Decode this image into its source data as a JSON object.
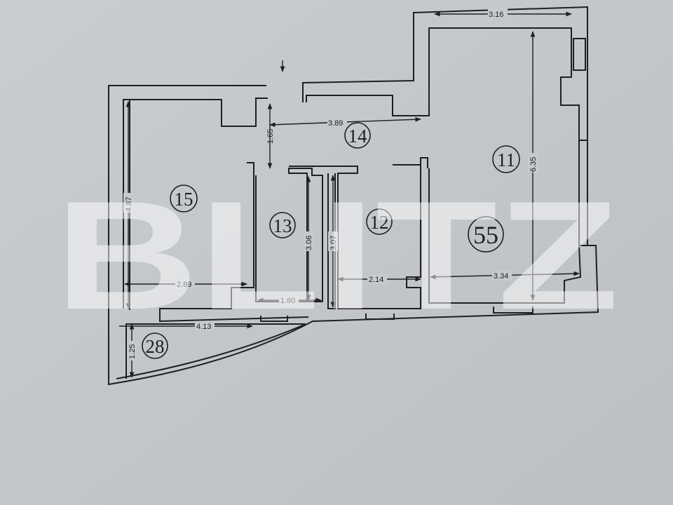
{
  "watermark": "BLITZ",
  "rooms": [
    {
      "id": "14",
      "label": "14"
    },
    {
      "id": "11",
      "label": "11"
    },
    {
      "id": "15",
      "label": "15"
    },
    {
      "id": "13",
      "label": "13"
    },
    {
      "id": "12",
      "label": "12"
    },
    {
      "id": "55",
      "label": "55"
    },
    {
      "id": "28",
      "label": "28"
    }
  ],
  "dimensions": {
    "top_right_width": "3.16",
    "hall_width": "3.89",
    "hall_depth": "1.65",
    "room11_height": "6.35",
    "room15_height": "4.87",
    "room13_height": "3.06",
    "room12_height": "3.07",
    "room15_width": "2.89",
    "room13_width": "1.60",
    "room12_width": "2.14",
    "room55_width": "3.34",
    "balcony_width": "4.13",
    "balcony_depth": "1.25"
  },
  "colors": {
    "background": "#c3c6cb",
    "lines": "#1e1f22"
  }
}
